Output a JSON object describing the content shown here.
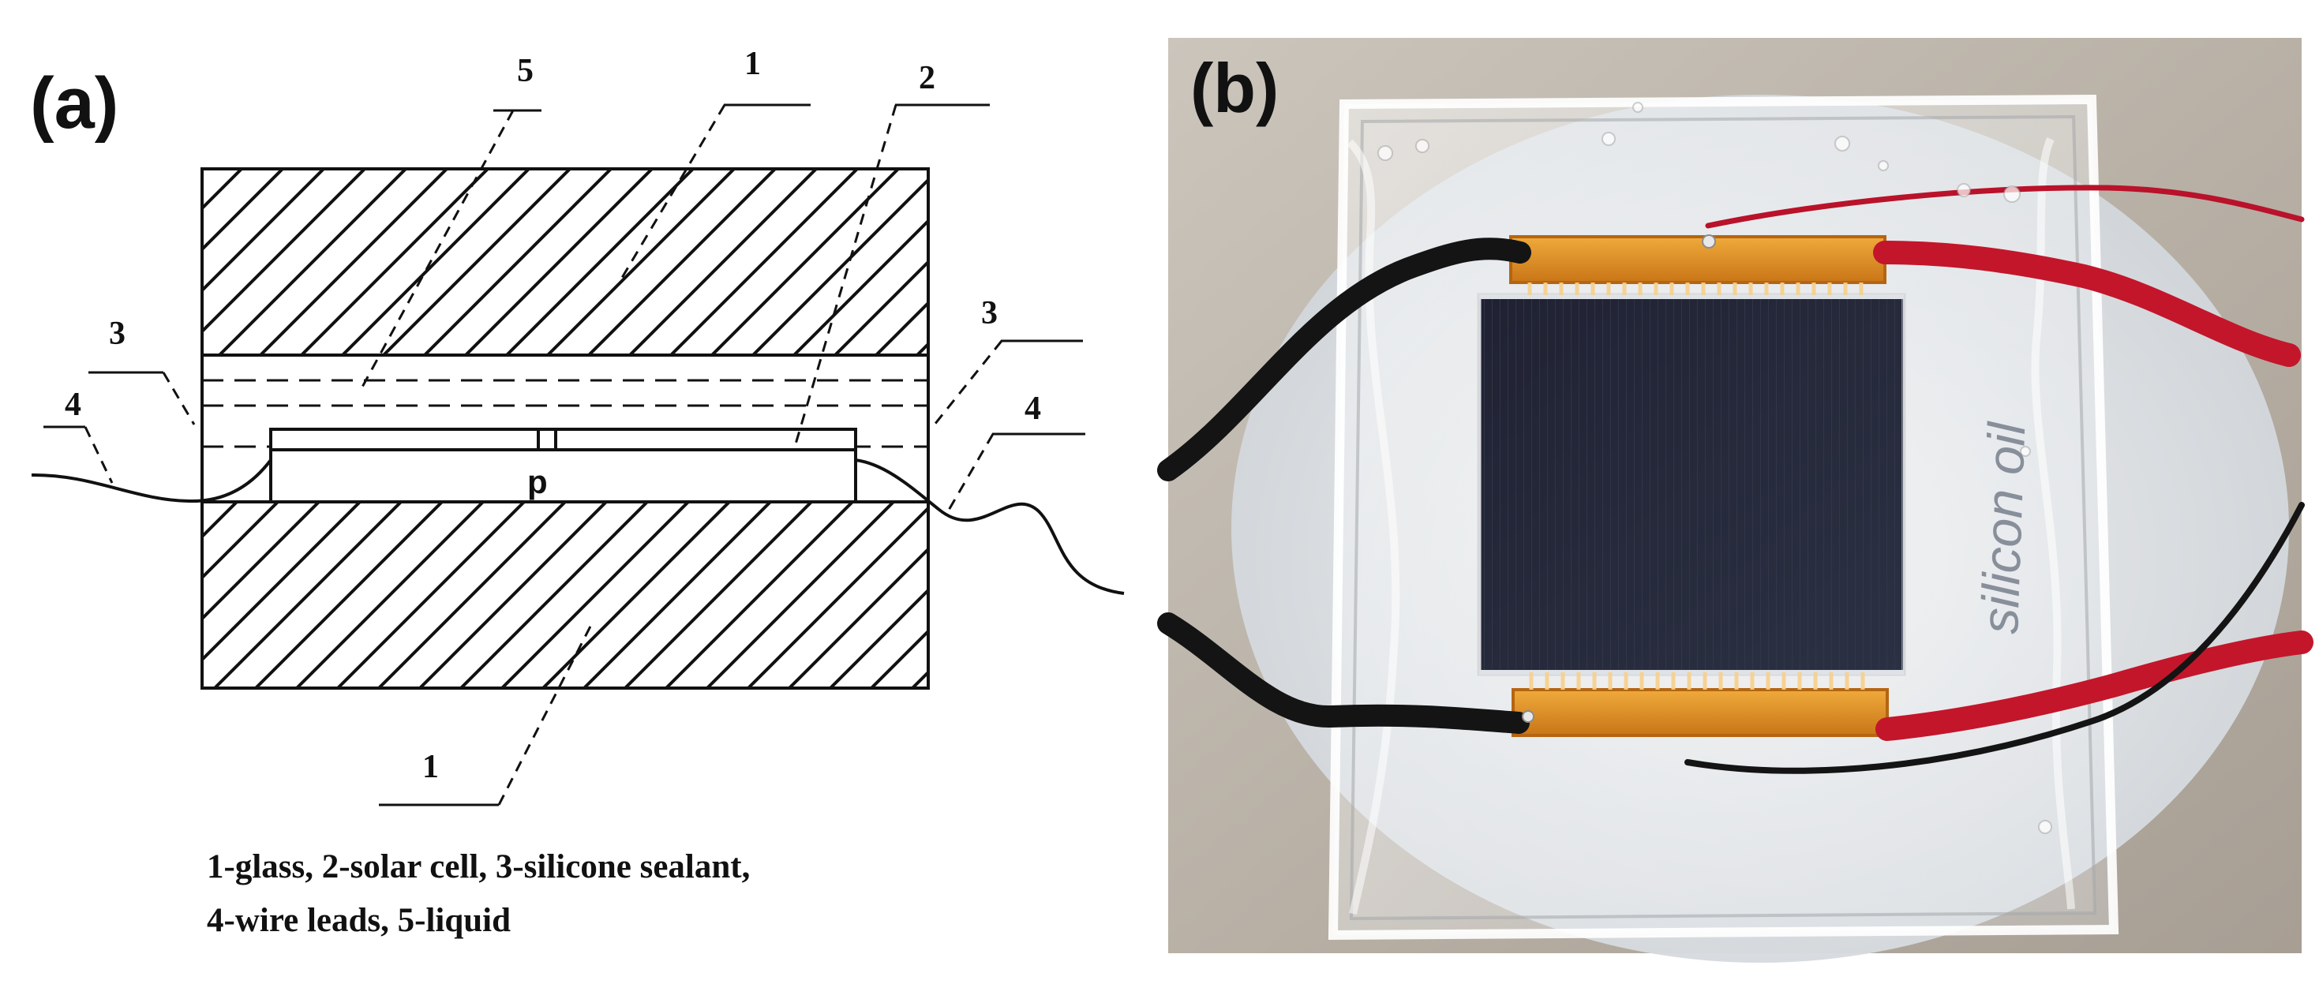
{
  "panels": {
    "a": {
      "label": "(a)",
      "callouts": {
        "glass_top": "1",
        "glass_bottom": "1",
        "solar_cell": "2",
        "sealant_left": "3",
        "sealant_right": "3",
        "wire_left": "4",
        "wire_right": "4",
        "liquid": "5",
        "cell_region_p": "p"
      },
      "caption": {
        "line1": "1-glass, 2-solar cell, 3-silicone sealant,",
        "line2": "4-wire leads, 5-liquid"
      }
    },
    "b": {
      "label": "(b)",
      "photo_handwriting": "silicon oil"
    }
  },
  "colors": {
    "line": "#111111",
    "paper": "#ffffff",
    "cell_dark": "#24273a",
    "tab_orange": "#db8a20",
    "wire_red": "#c3162b",
    "wire_black": "#131313",
    "background_photo": "#b9b1a6"
  }
}
